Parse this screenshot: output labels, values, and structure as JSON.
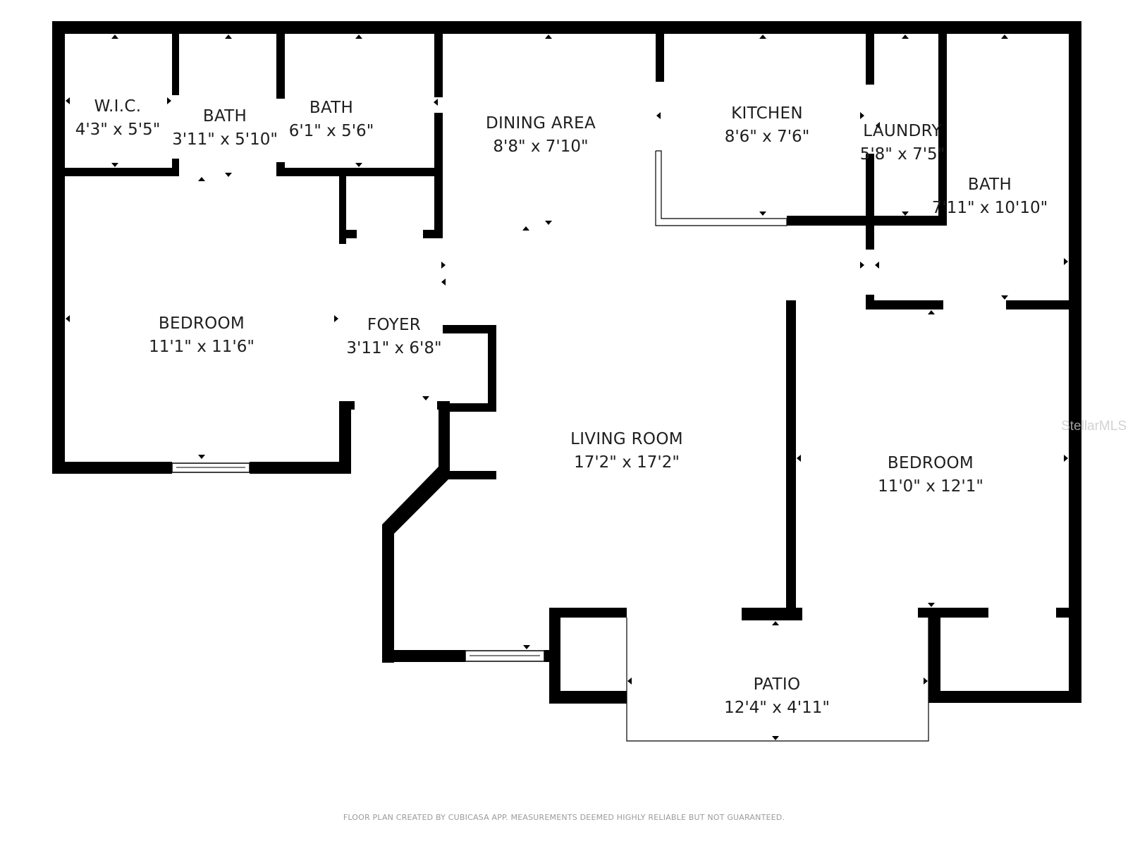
{
  "rooms": [
    {
      "id": "wic",
      "name": "W.I.C.",
      "dims": "4'3\" x 5'5\""
    },
    {
      "id": "bath1",
      "name": "BATH",
      "dims": "3'11\" x 5'10\""
    },
    {
      "id": "bath2",
      "name": "BATH",
      "dims": "6'1\" x 5'6\""
    },
    {
      "id": "dining",
      "name": "DINING AREA",
      "dims": "8'8\" x 7'10\""
    },
    {
      "id": "kitchen",
      "name": "KITCHEN",
      "dims": "8'6\" x 7'6\""
    },
    {
      "id": "laundry",
      "name": "LAUNDRY",
      "dims": "5'8\" x 7'5\""
    },
    {
      "id": "bath3",
      "name": "BATH",
      "dims": "7'11\" x 10'10\""
    },
    {
      "id": "bedroom1",
      "name": "BEDROOM",
      "dims": "11'1\" x 11'6\""
    },
    {
      "id": "foyer",
      "name": "FOYER",
      "dims": "3'11\" x 6'8\""
    },
    {
      "id": "living",
      "name": "LIVING ROOM",
      "dims": "17'2\" x 17'2\""
    },
    {
      "id": "bedroom2",
      "name": "BEDROOM",
      "dims": "11'0\" x 12'1\""
    },
    {
      "id": "patio",
      "name": "PATIO",
      "dims": "12'4\" x 4'11\""
    }
  ],
  "watermark": "StellarMLS",
  "disclaimer": "FLOOR PLAN CREATED BY CUBICASA APP. MEASUREMENTS DEEMED HIGHLY RELIABLE BUT NOT GUARANTEED."
}
